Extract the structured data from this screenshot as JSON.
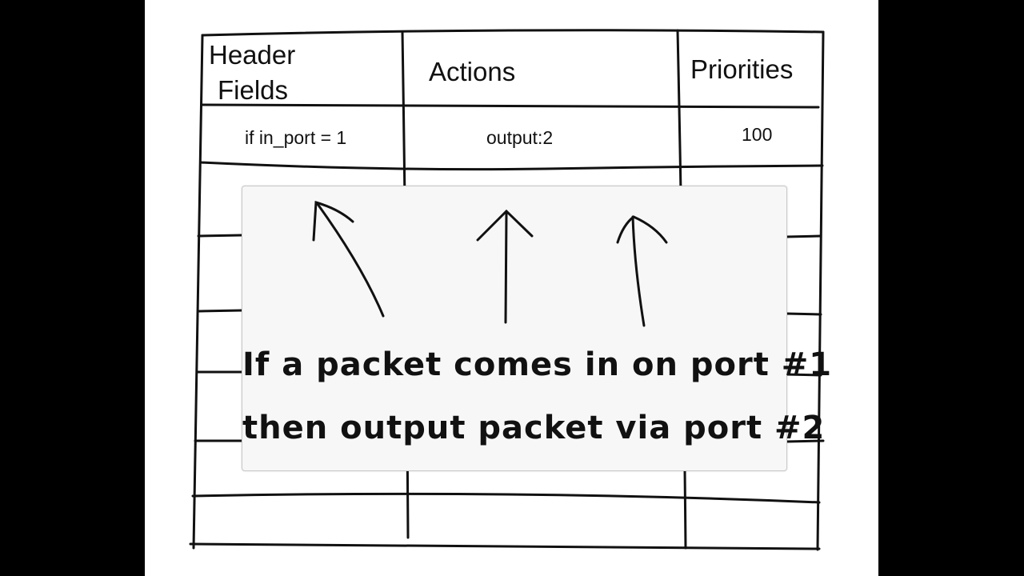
{
  "table": {
    "headers": {
      "header_fields_line1": "Header",
      "header_fields_line2": "Fields",
      "actions": "Actions",
      "priorities": "Priorities"
    },
    "row": {
      "match": "if in_port = 1",
      "action": "output:2",
      "priority": "100"
    }
  },
  "callout": {
    "line1": "If a packet comes in on port #1",
    "line2": "then output packet via port #2"
  },
  "colors": {
    "background": "#000000",
    "slide": "#ffffff",
    "ink": "#111111",
    "callout_fill": "#f7f7f7"
  }
}
